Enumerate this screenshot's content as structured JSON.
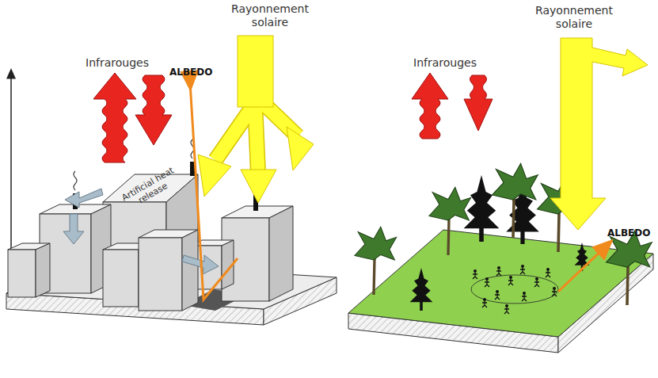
{
  "diagram": {
    "labels": [
      "Infrarouges",
      "ALBEDO",
      "Rayonnement solaire",
      "Artificial heat release",
      "Infrarouges",
      "Rayonnement solaire",
      "ALBEDO"
    ]
  }
}
